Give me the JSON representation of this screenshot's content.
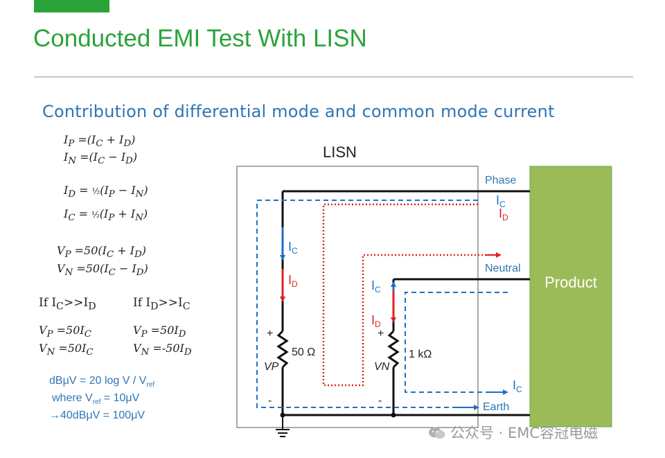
{
  "slide": {
    "title": "Conducted EMI Test With LISN",
    "subtitle": "Contribution of differential mode and common mode current",
    "accent_color": "#2ba33b",
    "subtitle_color": "#2f76b4"
  },
  "equations": {
    "ip": "I_P = (I_C + I_D)",
    "in": "I_N = (I_C − I_D)",
    "id": "I_D = ½(I_P − I_N)",
    "ic": "I_C = ½(I_P + I_N)",
    "vp": "V_P = 50(I_C + I_D)",
    "vn": "V_N = 50(I_C − I_D)"
  },
  "conditions": {
    "left": {
      "condition": "If IC>>ID",
      "vp": "VP = 50IC",
      "vn": "VN = 50IC"
    },
    "right": {
      "condition": "If ID>>IC",
      "vp": "VP = 50ID",
      "vn": "VN = −50ID"
    }
  },
  "db_notes": {
    "line1": "dBμV = 20 log V / Vref",
    "line2": "where Vref = 10μV",
    "line3": "→40dBμV = 100μV"
  },
  "diagram": {
    "lisn_label": "LISN",
    "product_label": "Product",
    "product_color": "#9bbb59",
    "phase_label": "Phase",
    "neutral_label": "Neutral",
    "earth_label": "Earth",
    "resistor_50": "50 Ω",
    "resistor_1k": "1 kΩ",
    "vp_label": "VP",
    "vn_label": "VN",
    "plus": "+",
    "minus": "-",
    "ic_label": "IC",
    "id_label": "ID",
    "common_mode_color": "#1f6fc4",
    "differential_mode_color": "#e02020"
  },
  "watermark": "公众号 · EMC容冠电磁"
}
